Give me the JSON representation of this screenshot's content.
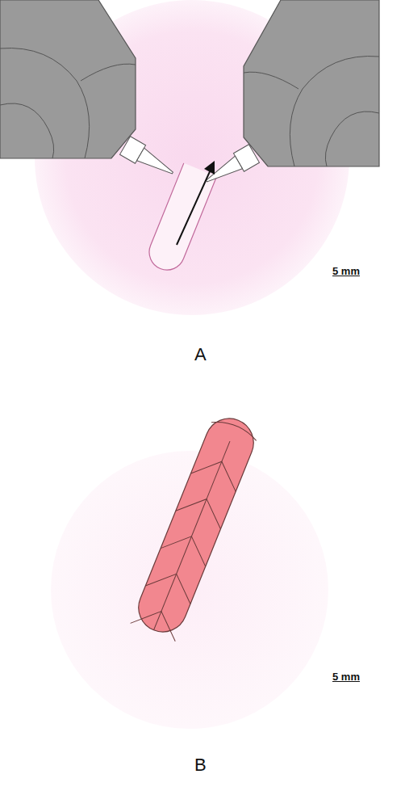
{
  "diagram": {
    "labels": [
      "5 mm",
      "A",
      "5 mm",
      "B"
    ]
  }
}
